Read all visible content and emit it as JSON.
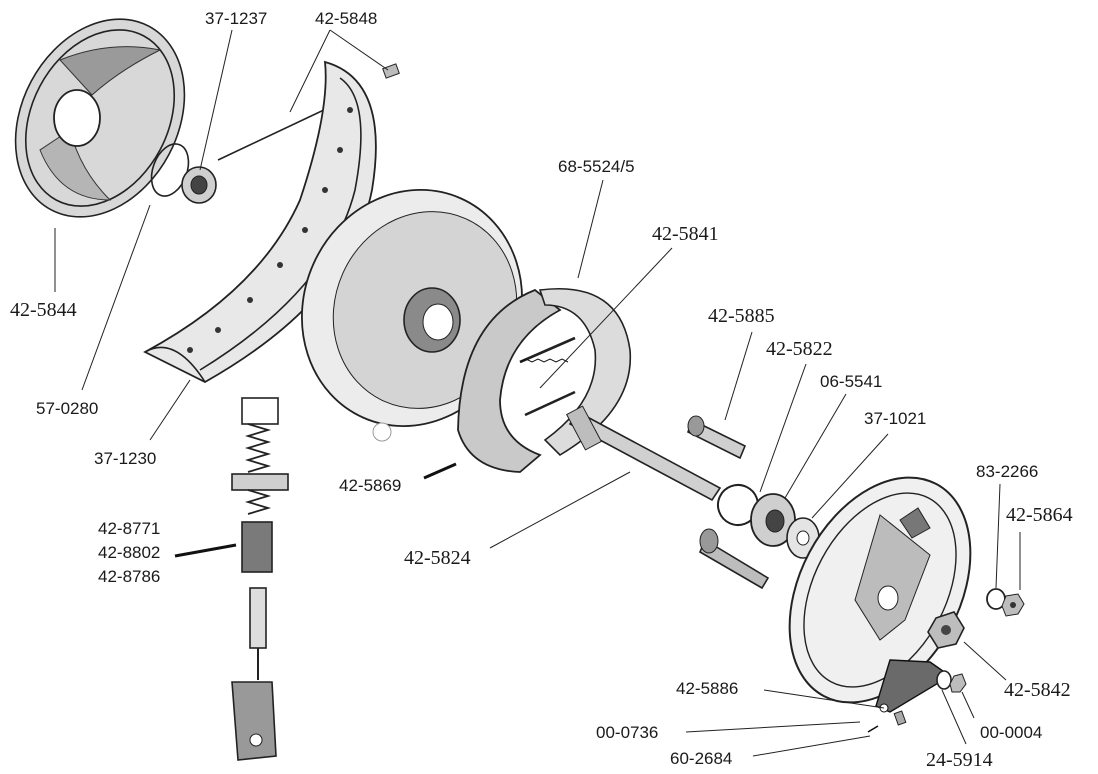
{
  "labels": {
    "p_37_1237": "37-1237",
    "p_42_5848": "42-5848",
    "p_42_5844": "42-5844",
    "p_57_0280": "57-0280",
    "p_37_1230": "37-1230",
    "p_68_5524_5": "68-5524/5",
    "p_42_5841": "42-5841",
    "p_42_5885": "42-5885",
    "p_42_5822": "42-5822",
    "p_06_5541": "06-5541",
    "p_37_1021": "37-1021",
    "p_83_2266": "83-2266",
    "p_42_5864": "42-5864",
    "p_42_5869": "42-5869",
    "p_42_5824": "42-5824",
    "p_42_8771": "42-8771",
    "p_42_8802": "42-8802",
    "p_42_8786": "42-8786",
    "p_42_5842": "42-5842",
    "p_42_5886": "42-5886",
    "p_00_0736": "00-0736",
    "p_00_0004": "00-0004",
    "p_60_2684": "60-2684",
    "p_24_5914": "24-5914"
  }
}
